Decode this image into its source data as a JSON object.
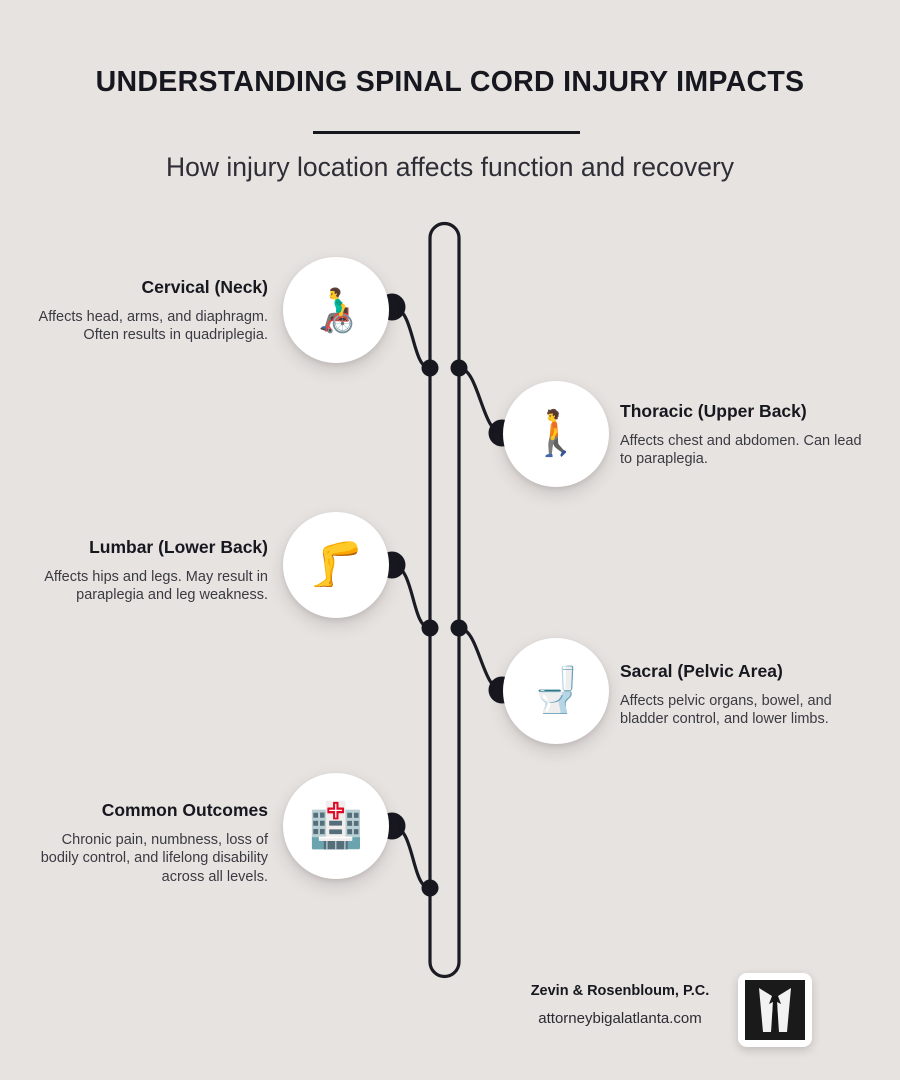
{
  "header": {
    "title": "UNDERSTANDING SPINAL CORD INJURY IMPACTS",
    "subtitle": "How injury location affects function and recovery"
  },
  "colors": {
    "background": "#e7e3e1",
    "ink": "#17171f",
    "spine": "#1b1b24",
    "bubble": "#ffffff",
    "body_text": "#3a3a42"
  },
  "sections": [
    {
      "id": "cervical",
      "side": "left",
      "heading": "Cervical (Neck)",
      "body": "Affects head, arms, and diaphragm. Often results in quadriplegia.",
      "icon": "person-in-manual-wheelchair-icon",
      "emoji": "👨‍🦽"
    },
    {
      "id": "thoracic",
      "side": "right",
      "heading": "Thoracic (Upper Back)",
      "body": "Affects chest and abdomen. Can lead to paraplegia.",
      "icon": "person-walking-icon",
      "emoji": "🚶"
    },
    {
      "id": "lumbar",
      "side": "left",
      "heading": "Lumbar (Lower Back)",
      "body": "Affects hips and legs. May result in paraplegia and leg weakness.",
      "icon": "leg-icon",
      "emoji": "🦵"
    },
    {
      "id": "sacral",
      "side": "right",
      "heading": "Sacral (Pelvic Area)",
      "body": "Affects pelvic organs, bowel, and bladder control, and lower limbs.",
      "icon": "toilet-icon",
      "emoji": "🚽"
    },
    {
      "id": "outcomes",
      "side": "left",
      "heading": "Common Outcomes",
      "body": "Chronic pain, numbness, loss of bodily control, and lifelong disability across all levels.",
      "icon": "hospital-icon",
      "emoji": "🏥"
    }
  ],
  "footer": {
    "firm": "Zevin & Rosenbloum, P.C.",
    "website": "attorneybigalatlanta.com",
    "logo": "suit-and-tie-icon"
  }
}
